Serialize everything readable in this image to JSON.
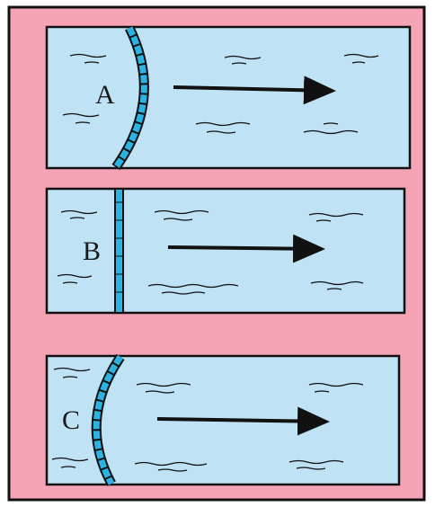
{
  "panels": [
    {
      "label": "A",
      "boundary": "curved-left"
    },
    {
      "label": "B",
      "boundary": "straight"
    },
    {
      "label": "C",
      "boundary": "curved-right"
    }
  ],
  "colors": {
    "frame": "#f5a3b5",
    "water": "#bfe3f5",
    "membrane": "#2ab3e3",
    "outline": "#111111"
  },
  "icons": [
    "flow-arrow-icon",
    "ripple-icon"
  ]
}
